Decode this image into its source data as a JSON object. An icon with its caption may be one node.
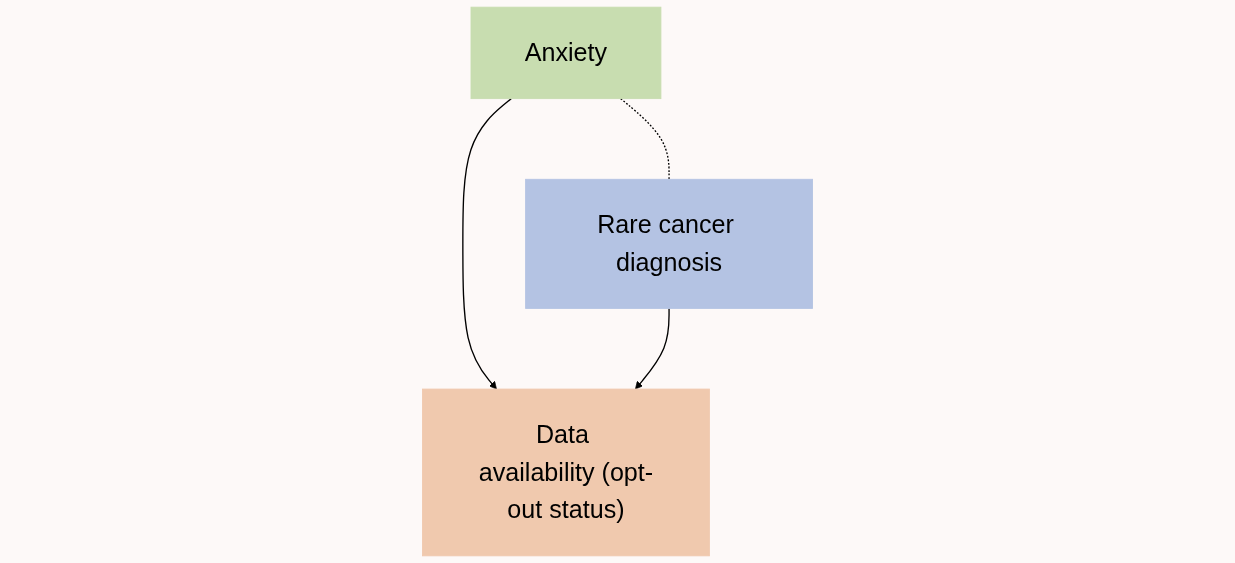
{
  "diagram": {
    "nodes": [
      {
        "text": [
          "Anxiety"
        ]
      },
      {
        "text": [
          "Rare cancer diagnosis"
        ]
      },
      {
        "text": [
          "Data availability (opt-out status)"
        ]
      }
    ],
    "edges": [
      {
        "from": 0,
        "to": 1,
        "arrow": "none",
        "style": "dashed"
      },
      {
        "from": 0,
        "to": 2,
        "arrow": "to"
      },
      {
        "from": 1,
        "to": 2,
        "arrow": "to"
      }
    ]
  }
}
